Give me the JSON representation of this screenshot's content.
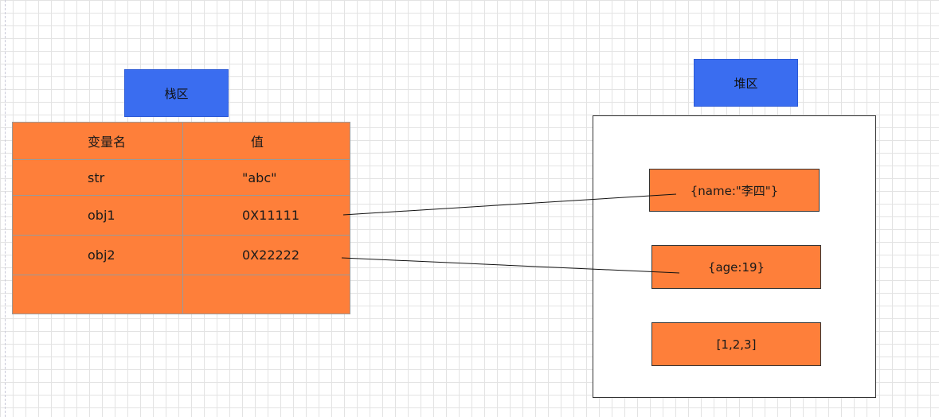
{
  "stack": {
    "title": "栈区",
    "header": {
      "name": "变量名",
      "value": "值"
    },
    "rows": [
      {
        "name": "str",
        "value": "\"abc\""
      },
      {
        "name": "obj1",
        "value": "0X11111"
      },
      {
        "name": "obj2",
        "value": "0X22222"
      },
      {
        "name": "",
        "value": ""
      }
    ]
  },
  "heap": {
    "title": "堆区",
    "objects": [
      {
        "text": "{name:\"李四\"}"
      },
      {
        "text": "{age:19}"
      },
      {
        "text": "[1,2,3]"
      }
    ]
  },
  "colors": {
    "label_fill": "#3a6df0",
    "cell_fill": "#fe7f3a",
    "grid_line": "#e3e3e3"
  }
}
